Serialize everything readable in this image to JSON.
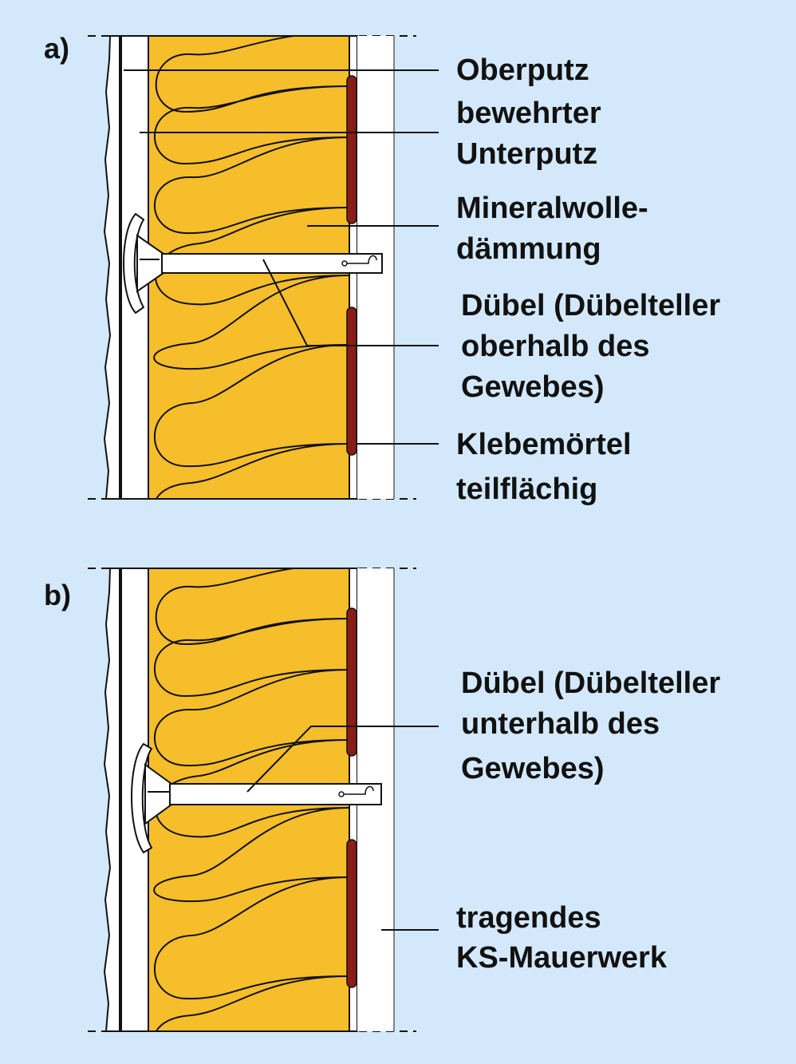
{
  "colors": {
    "background": "#d3e9fb",
    "insulation": "#f6be2a",
    "adhesive": "#8b1c16",
    "masonry": "#ffffff",
    "line": "#111111"
  },
  "panel_a": {
    "label": "a)",
    "callouts": {
      "oberputz": "Oberputz",
      "unterputz_1": "bewehrter",
      "unterputz_2": "Unterputz",
      "mineralwolle_1": "Mineralwolle-",
      "mineralwolle_2": "dämmung",
      "duebel_1": "Dübel (Dübelteller",
      "duebel_2": "oberhalb des",
      "duebel_3": "Gewebes)",
      "klebemoertel_1": "Klebemörtel",
      "klebemoertel_2": "teilflächig"
    }
  },
  "panel_b": {
    "label": "b)",
    "callouts": {
      "duebel_1": "Dübel (Dübelteller",
      "duebel_2": "unterhalb des",
      "duebel_3": "Gewebes)",
      "mauerwerk_1": "tragendes",
      "mauerwerk_2": "KS-Mauerwerk"
    }
  }
}
